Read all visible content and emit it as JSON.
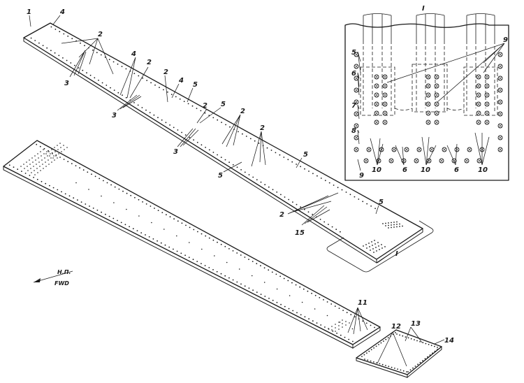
{
  "callouts": {
    "n1": "1",
    "n2": "2",
    "n3": "3",
    "n4": "4",
    "n5": "5",
    "n6": "6",
    "n7": "7",
    "n8": "8",
    "n9": "9",
    "n10": "10",
    "n11": "11",
    "n12": "12",
    "n13": "13",
    "n14": "14",
    "n15": "15"
  },
  "detail": {
    "marker": "I",
    "view_title": "I"
  },
  "direction": {
    "line1": "Н.П.",
    "line2": "FWD"
  }
}
